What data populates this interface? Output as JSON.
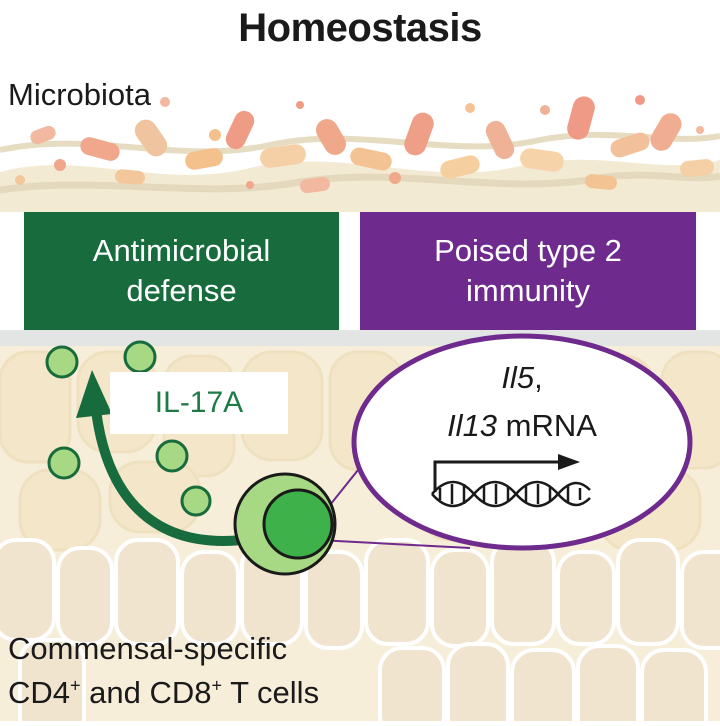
{
  "title": "Homeostasis",
  "microbiota_label": "Microbiota",
  "boxes": {
    "left": {
      "line1": "Antimicrobial",
      "line2": "defense",
      "color": "#186b3c"
    },
    "right": {
      "line1": "Poised type 2",
      "line2": "immunity",
      "color": "#6f2a8e"
    }
  },
  "cytokine_label": "IL-17A",
  "mrna": {
    "gene1": "Il5",
    "comma": ",",
    "gene2": "Il13",
    "suffix": " mRNA"
  },
  "tcells": {
    "line1": "Commensal-specific",
    "line2_a": "CD4",
    "sup": "+",
    "line2_b": " and CD8",
    "line2_c": " T cells"
  },
  "colors": {
    "green_dark": "#186b3c",
    "green_light": "#a7d985",
    "purple": "#6f2a8e",
    "tissue": "#f6ecd6"
  }
}
